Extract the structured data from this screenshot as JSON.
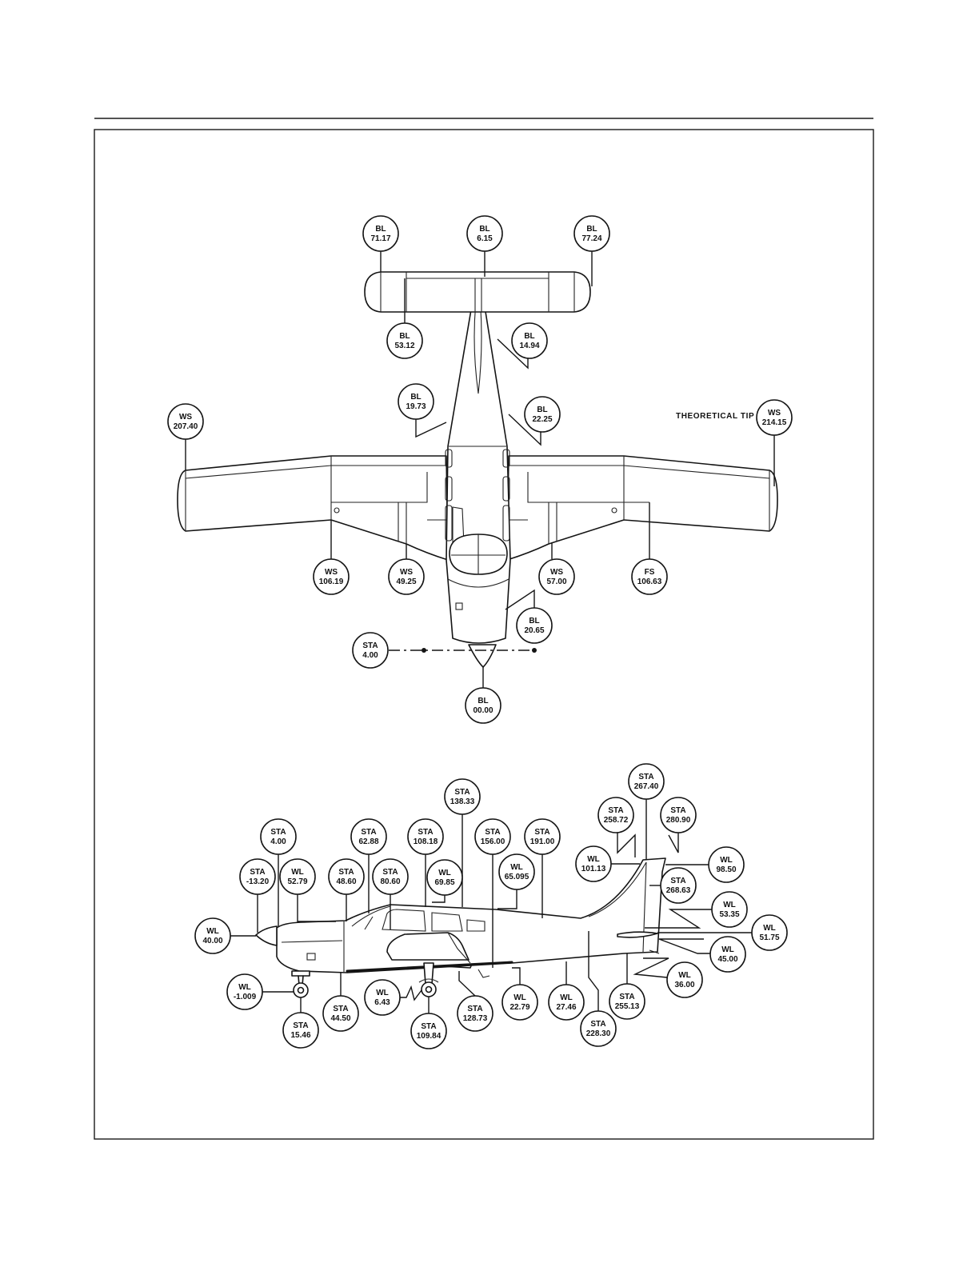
{
  "top_view": {
    "note": "THEORETICAL TIP",
    "callouts": [
      {
        "type": "BL",
        "value": "71.17"
      },
      {
        "type": "BL",
        "value": "6.15"
      },
      {
        "type": "BL",
        "value": "77.24"
      },
      {
        "type": "BL",
        "value": "53.12"
      },
      {
        "type": "BL",
        "value": "14.94"
      },
      {
        "type": "BL",
        "value": "19.73"
      },
      {
        "type": "BL",
        "value": "22.25"
      },
      {
        "type": "WS",
        "value": "207.40"
      },
      {
        "type": "WS",
        "value": "214.15"
      },
      {
        "type": "WS",
        "value": "106.19"
      },
      {
        "type": "WS",
        "value": "49.25"
      },
      {
        "type": "WS",
        "value": "57.00"
      },
      {
        "type": "FS",
        "value": "106.63"
      },
      {
        "type": "BL",
        "value": "20.65"
      },
      {
        "type": "STA",
        "value": "4.00"
      },
      {
        "type": "BL",
        "value": "00.00"
      }
    ]
  },
  "side_view": {
    "callouts": [
      {
        "type": "STA",
        "value": "267.40"
      },
      {
        "type": "STA",
        "value": "138.33"
      },
      {
        "type": "STA",
        "value": "258.72"
      },
      {
        "type": "STA",
        "value": "280.90"
      },
      {
        "type": "STA",
        "value": "4.00"
      },
      {
        "type": "STA",
        "value": "62.88"
      },
      {
        "type": "STA",
        "value": "108.18"
      },
      {
        "type": "STA",
        "value": "156.00"
      },
      {
        "type": "STA",
        "value": "191.00"
      },
      {
        "type": "WL",
        "value": "101.13"
      },
      {
        "type": "WL",
        "value": "98.50"
      },
      {
        "type": "STA",
        "value": "-13.20"
      },
      {
        "type": "WL",
        "value": "52.79"
      },
      {
        "type": "STA",
        "value": "48.60"
      },
      {
        "type": "STA",
        "value": "80.60"
      },
      {
        "type": "WL",
        "value": "69.85"
      },
      {
        "type": "WL",
        "value": "65.095"
      },
      {
        "type": "STA",
        "value": "268.63"
      },
      {
        "type": "WL",
        "value": "53.35"
      },
      {
        "type": "WL",
        "value": "40.00"
      },
      {
        "type": "WL",
        "value": "51.75"
      },
      {
        "type": "WL",
        "value": "45.00"
      },
      {
        "type": "WL",
        "value": "36.00"
      },
      {
        "type": "WL",
        "value": "-1.009"
      },
      {
        "type": "WL",
        "value": "6.43"
      },
      {
        "type": "STA",
        "value": "128.73"
      },
      {
        "type": "WL",
        "value": "22.79"
      },
      {
        "type": "WL",
        "value": "27.46"
      },
      {
        "type": "STA",
        "value": "255.13"
      },
      {
        "type": "STA",
        "value": "44.50"
      },
      {
        "type": "STA",
        "value": "109.84"
      },
      {
        "type": "STA",
        "value": "228.30"
      },
      {
        "type": "STA",
        "value": "15.46"
      }
    ]
  }
}
